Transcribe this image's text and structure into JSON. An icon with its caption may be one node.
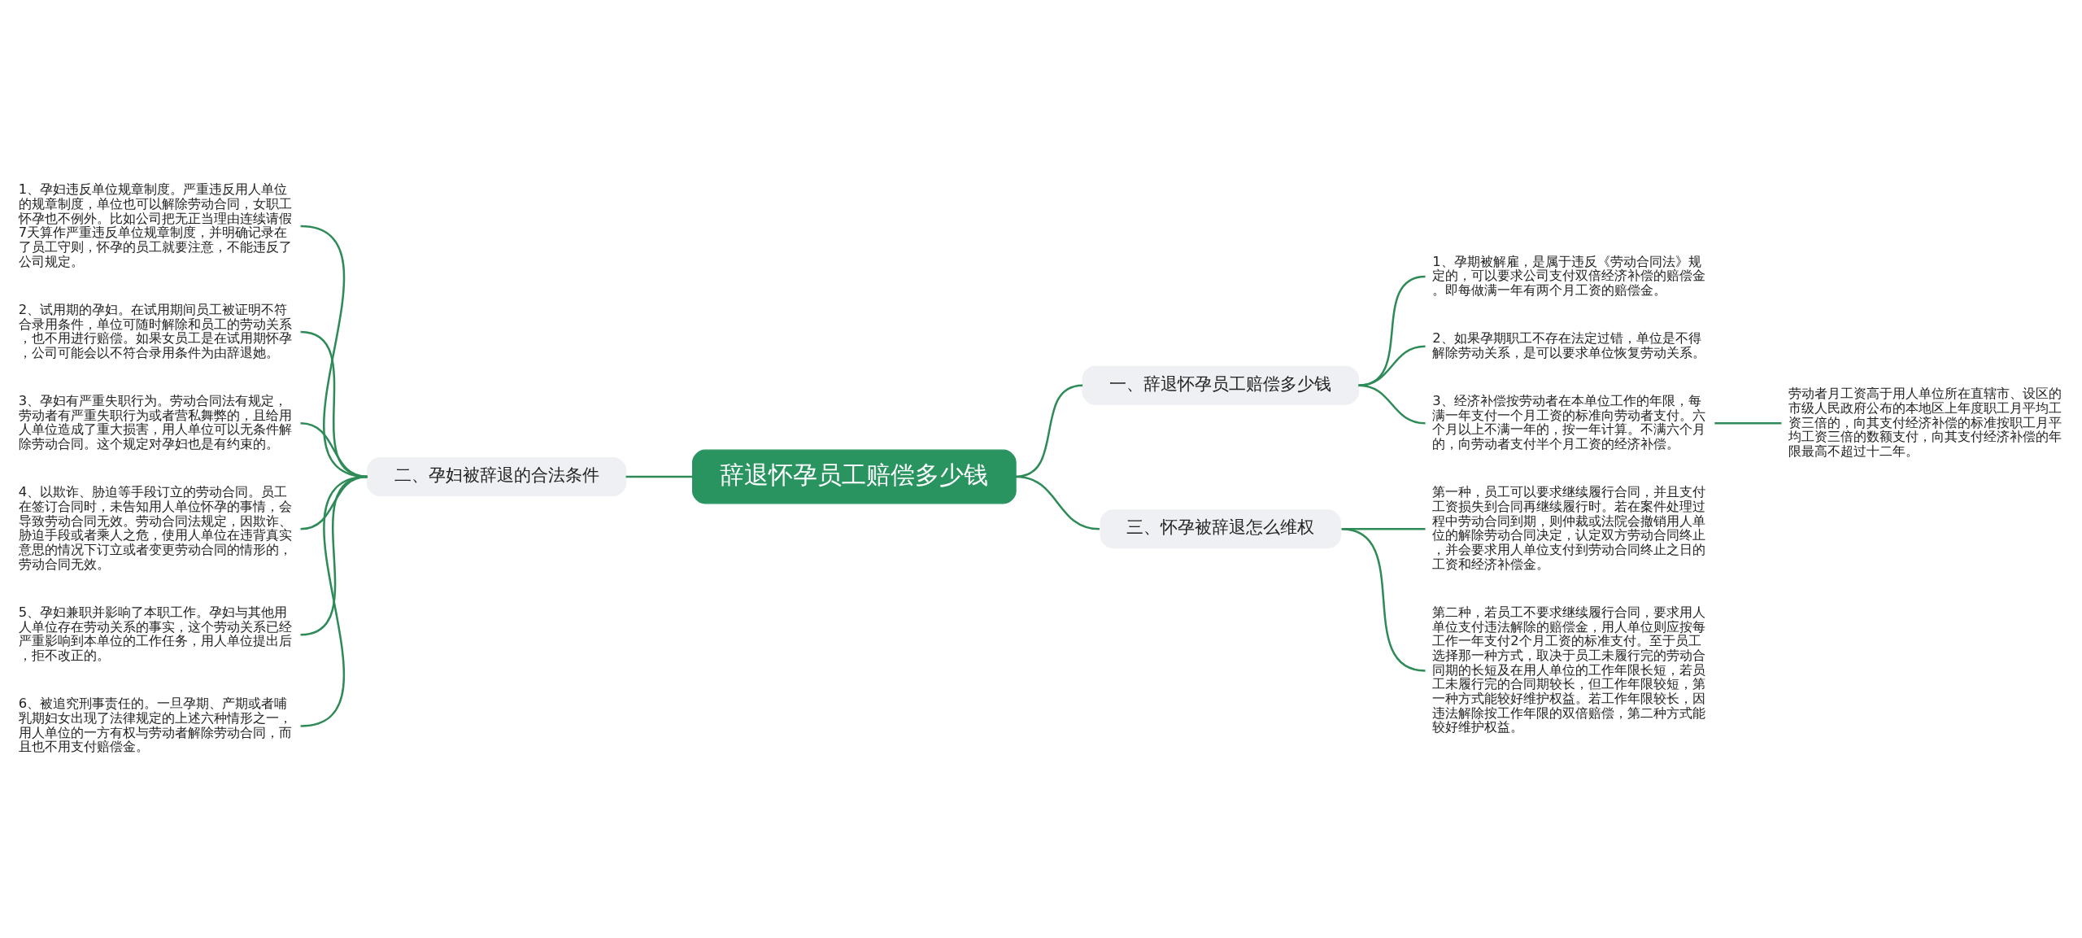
{
  "diagram": {
    "nodes": [
      {
        "text": [
          "辞退怀孕员工赔偿多少钱"
        ]
      },
      {
        "text": [
          "一、辞退怀孕员工赔偿多少钱"
        ]
      },
      {
        "text": [
          "1、孕期被解雇，是属于违反《劳动合同法》规定的，可以要求公司支付双倍经济补偿的赔偿金。即每做满一年有两个月工资的赔偿金。"
        ]
      },
      {
        "text": [
          "2、如果孕期职工不存在法定过错，单位是不得解除劳动关系，是可以要求单位恢复劳动关系。"
        ]
      },
      {
        "text": [
          "3、经济补偿按劳动者在本单位工作的年限，每满一年支付一个月工资的标准向劳动者支付。六个月以上不满一年的，按一年计算。不满六个月的，向劳动者支付半个月工资的经济补偿。"
        ]
      },
      {
        "text": [
          "劳动者月工资高于用人单位所在直辖市、设区的市级人民政府公布的本地区上年度职工月平均工资三倍的，向其支付经济补偿的标准按职工月平均工资三倍的数额支付，向其支付经济补偿的年限最高不超过十二年。"
        ]
      },
      {
        "text": [
          "二、孕妇被辞退的合法条件"
        ]
      },
      {
        "text": [
          "1、孕妇违反单位规章制度。严重违反用人单位的规章制度，单位也可以解除劳动合同，女职工怀孕也不例外。比如公司把无正当理由连续请假7天算作严重违反单位规章制度，并明确记录在了员工守则，怀孕的员工就要注意，不能违反了公司规定。"
        ]
      },
      {
        "text": [
          "2、试用期的孕妇。在试用期间员工被证明不符合录用条件，单位可随时解除和员工的劳动关系，也不用进行赔偿。如果女员工是在试用期怀孕，公司可能会以不符合录用条件为由辞退她。"
        ]
      },
      {
        "text": [
          "3、孕妇有严重失职行为。劳动合同法有规定，劳动者有严重失职行为或者营私舞弊的，且给用人单位造成了重大损害，用人单位可以无条件解除劳动合同。这个规定对孕妇也是有约束的。"
        ]
      },
      {
        "text": [
          "4、以欺诈、胁迫等手段订立的劳动合同。员工在签订合同时，未告知用人单位怀孕的事情，会导致劳动合同无效。劳动合同法规定，因欺诈、胁迫手段或者乘人之危，使用人单位在违背真实意思的情况下订立或者变更劳动合同的情形的，劳动合同无效。"
        ]
      },
      {
        "text": [
          "5、孕妇兼职并影响了本职工作。孕妇与其他用人单位存在劳动关系的事实，这个劳动关系已经严重影响到本单位的工作任务，用人单位提出后，拒不改正的。"
        ]
      },
      {
        "text": [
          "6、被追究刑事责任的。一旦孕期、产期或者哺乳期妇女出现了法律规定的上述六种情形之一，用人单位的一方有权与劳动者解除劳动合同，而且也不用支付赔偿金。"
        ]
      },
      {
        "text": [
          "三、怀孕被辞退怎么维权"
        ]
      },
      {
        "text": [
          "第一种，员工可以要求继续履行合同，并且支付工资损失到合同再继续履行时。若在案件处理过程中劳动合同到期，则仲裁或法院会撤销用人单位的解除劳动合同决定，认定双方劳动合同终止，并会要求用人单位支付到劳动合同终止之日的工资和经济补偿金。"
        ]
      },
      {
        "text": [
          "第二种，若员工不要求继续履行合同，要求用人单位支付违法解除的赔偿金，用人单位则应按每工作一年支付2个月工资的标准支付。至于员工选择那一种方式，取决于员工未履行完的劳动合同期的长短及在用人单位的工作年限长短，若员工未履行完的合同期较长，但工作年限较短，第一种方式能较好维护权益。若工作年限较长，因违法解除按工作年限的双倍赔偿，第二种方式能较好维护权益。"
        ]
      }
    ],
    "edges": [
      {
        "from": 0,
        "to": 1,
        "arrow": "none"
      },
      {
        "from": 1,
        "to": 2,
        "arrow": "none"
      },
      {
        "from": 1,
        "to": 3,
        "arrow": "none"
      },
      {
        "from": 1,
        "to": 4,
        "arrow": "none"
      },
      {
        "from": 4,
        "to": 5,
        "arrow": "none"
      },
      {
        "from": 0,
        "to": 6,
        "arrow": "none"
      },
      {
        "from": 6,
        "to": 7,
        "arrow": "none"
      },
      {
        "from": 6,
        "to": 8,
        "arrow": "none"
      },
      {
        "from": 6,
        "to": 9,
        "arrow": "none"
      },
      {
        "from": 6,
        "to": 10,
        "arrow": "none"
      },
      {
        "from": 6,
        "to": 11,
        "arrow": "none"
      },
      {
        "from": 6,
        "to": 12,
        "arrow": "none"
      },
      {
        "from": 0,
        "to": 13,
        "arrow": "none"
      },
      {
        "from": 13,
        "to": 14,
        "arrow": "none"
      },
      {
        "from": 13,
        "to": 15,
        "arrow": "none"
      }
    ]
  }
}
